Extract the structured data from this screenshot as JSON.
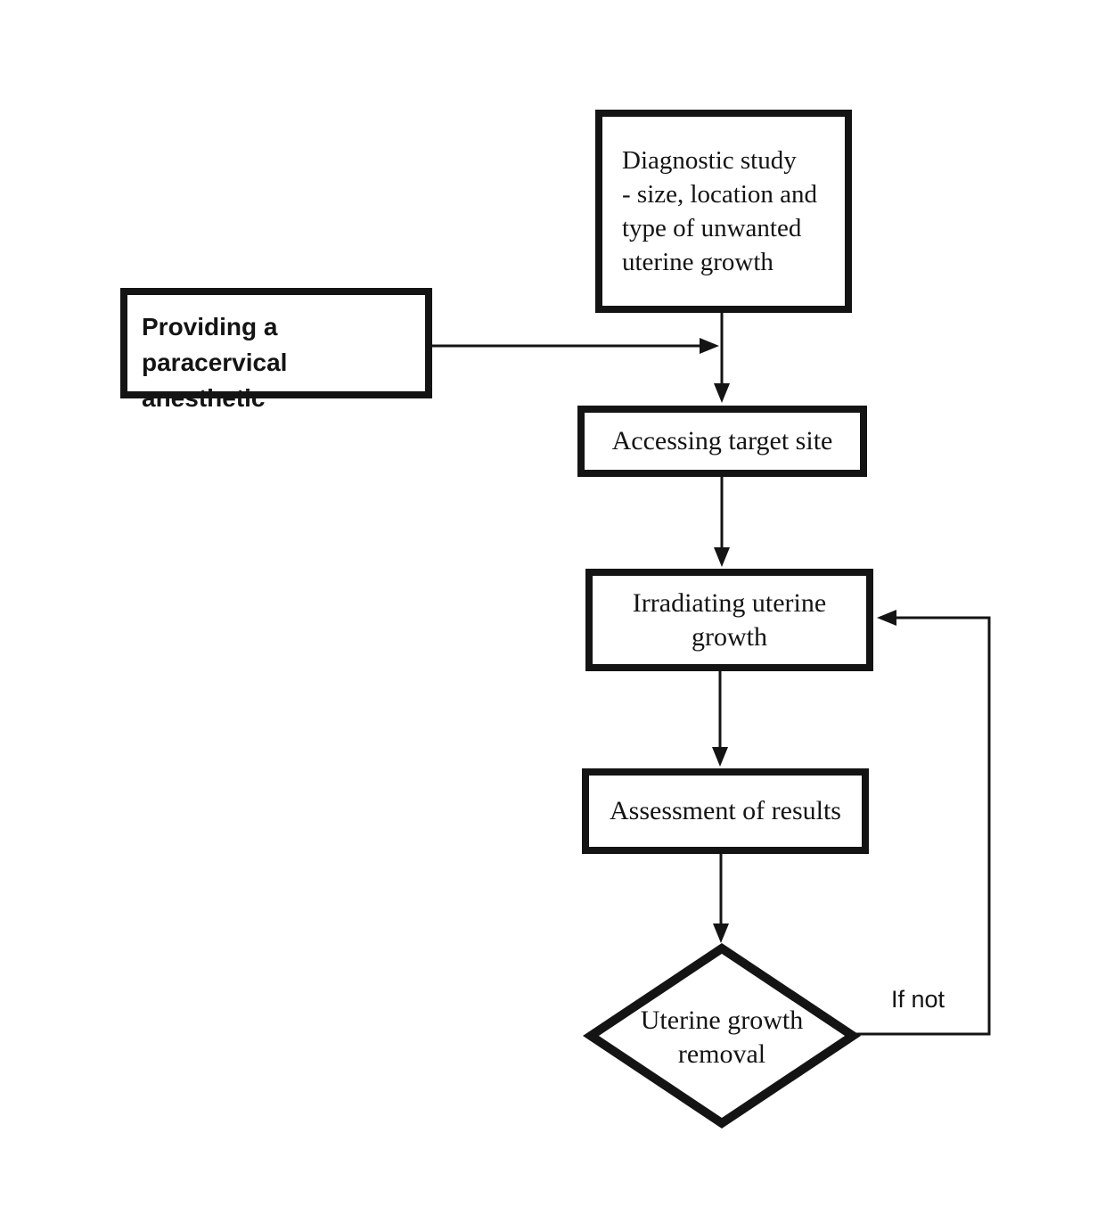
{
  "diagram": {
    "type": "flowchart",
    "background_color": "#ffffff",
    "ink_color": "#141414"
  },
  "nodes": {
    "diagnostic": {
      "shape": "rect",
      "label": "Diagnostic study\n- size, location and\ntype of unwanted\nuterine growth"
    },
    "anesthetic": {
      "shape": "rect",
      "label": "Providing a paracervical\nanesthetic"
    },
    "access": {
      "shape": "rect",
      "label": "Accessing target site"
    },
    "irradiate": {
      "shape": "rect",
      "label": "Irradiating uterine\ngrowth"
    },
    "assess": {
      "shape": "rect",
      "label": "Assessment of results"
    },
    "removal": {
      "shape": "diamond",
      "label": "Uterine growth\nremoval"
    }
  },
  "edges": {
    "diagnostic_to_access": {
      "from": "diagnostic",
      "to": "access",
      "label": ""
    },
    "anesthetic_to_flow": {
      "from": "anesthetic",
      "to": "access",
      "label": ""
    },
    "access_to_irradiate": {
      "from": "access",
      "to": "irradiate",
      "label": ""
    },
    "irradiate_to_assess": {
      "from": "irradiate",
      "to": "assess",
      "label": ""
    },
    "assess_to_removal": {
      "from": "assess",
      "to": "removal",
      "label": ""
    },
    "loop": {
      "from": "removal",
      "to": "irradiate",
      "label": "If not"
    }
  }
}
